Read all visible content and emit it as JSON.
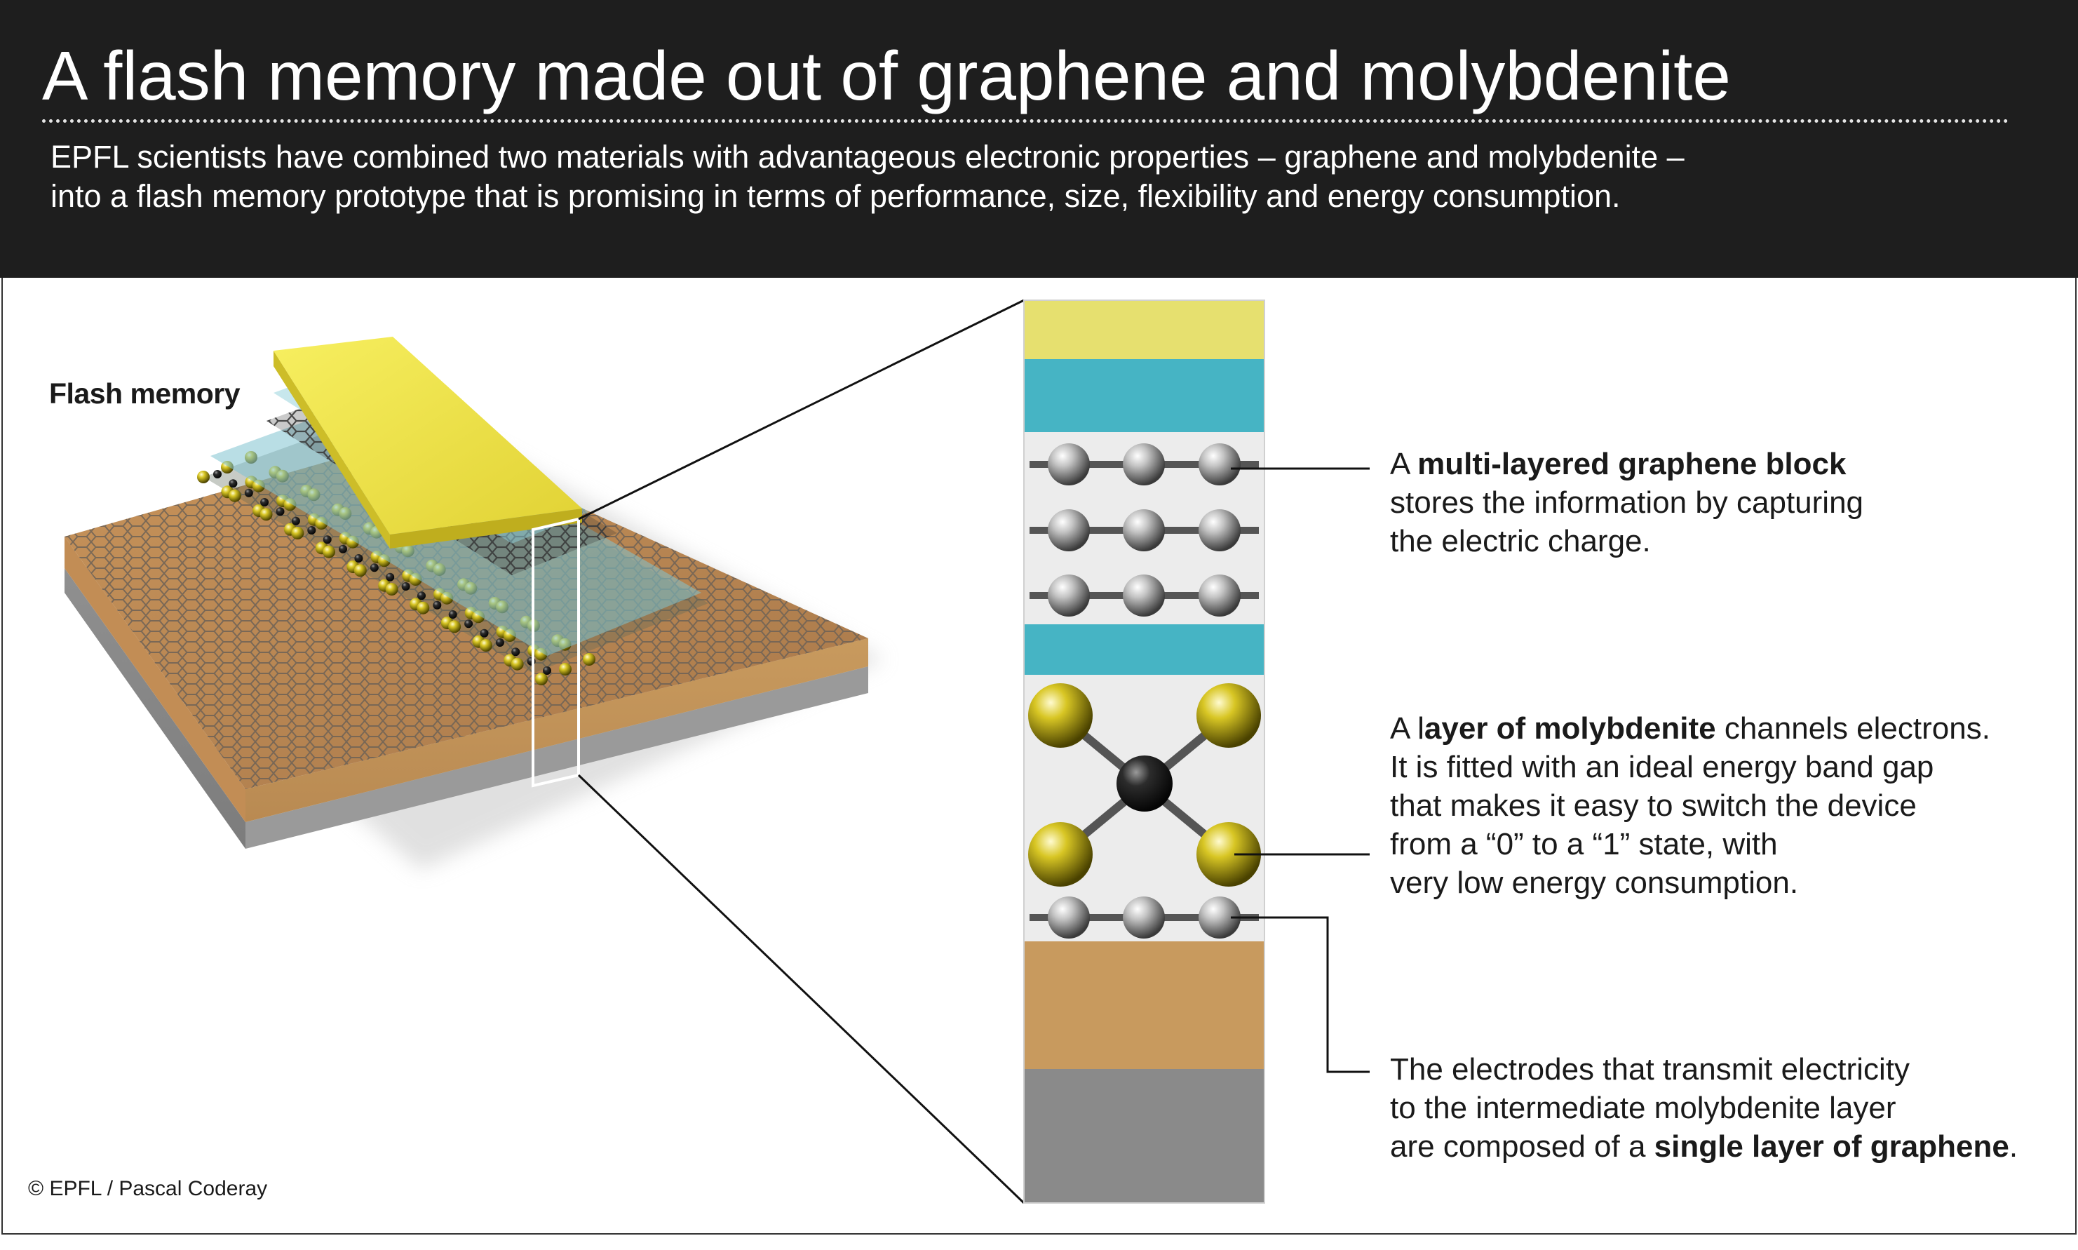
{
  "title": "A flash memory made out of graphene and molybdenite",
  "subtitle": {
    "line1": "EPFL scientists have combined two materials with advantageous electronic properties – graphene and molybdenite –",
    "line2": "into a flash memory prototype that is promising in terms of performance, size, flexibility and energy consumption."
  },
  "device_label": "Flash memory",
  "annotations": {
    "graphene_block": {
      "line1_pre": "A ",
      "line1_bold": "multi-layered graphene block",
      "line2": "stores the information by capturing",
      "line3": "the electric charge."
    },
    "molybdenite": {
      "line1_pre": "A l",
      "line1_bold": "ayer of molybdenite",
      "line1_post": " channels electrons.",
      "line2": "It is fitted with an ideal energy band gap",
      "line3": "that makes it easy to switch the device",
      "line4": "from a “0” to a “1” state, with",
      "line5": "very low energy consumption."
    },
    "electrodes": {
      "line1": "The electrodes that transmit electricity",
      "line2": "to the intermediate molybdenite layer",
      "line3_pre": "are composed of a ",
      "line3_bold": "single layer of graphene",
      "line3_post": "."
    }
  },
  "credit": "© EPFL / Pascal Coderay",
  "colors": {
    "header_bg": "#1e1e1e",
    "gold_electrode": "#f1e84a",
    "oxide_teal": "#46b4c4",
    "substrate_orange": "#c89a5e",
    "silicon_grey": "#8a8a8a",
    "sulfur_yellow": "#d6c420",
    "carbon_grey": "#9a9a9a"
  },
  "icons": [
    "carbon-atom-icon",
    "sulfur-atom-icon",
    "molybdenum-atom-icon"
  ]
}
